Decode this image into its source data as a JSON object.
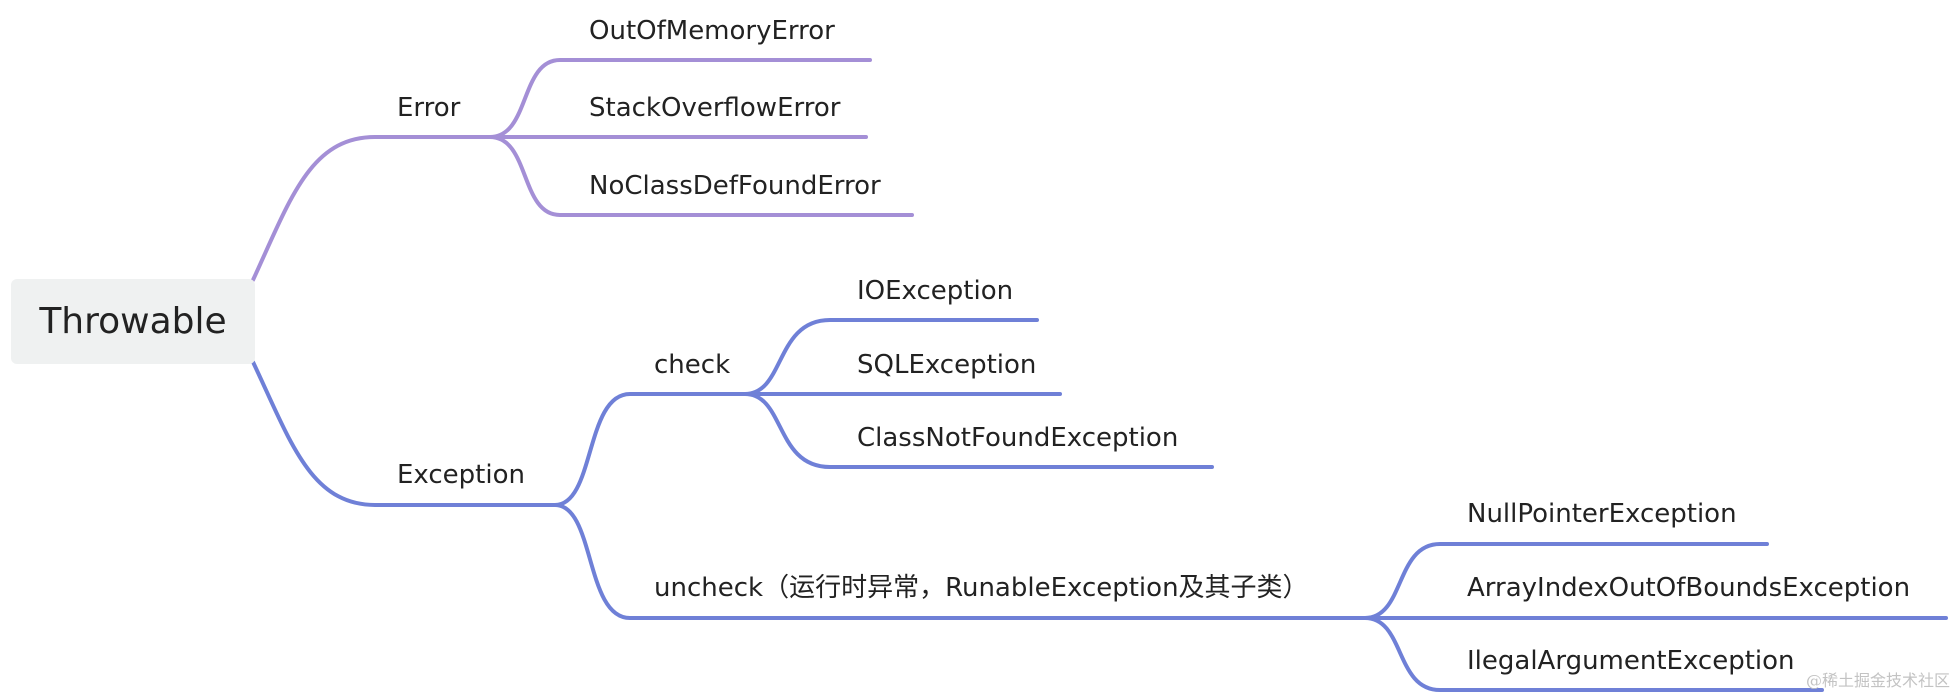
{
  "colors": {
    "error_branch": "#a48fd6",
    "exception_branch": "#6f80d7",
    "root_fill": "#eff1f1"
  },
  "mindmap": {
    "root": {
      "label": "Throwable"
    },
    "error": {
      "label": "Error",
      "children": [
        {
          "label": "OutOfMemoryError"
        },
        {
          "label": "StackOverflowError"
        },
        {
          "label": "NoClassDefFoundError"
        }
      ]
    },
    "exception": {
      "label": "Exception",
      "check": {
        "label": "check",
        "children": [
          {
            "label": "IOException"
          },
          {
            "label": "SQLException"
          },
          {
            "label": "ClassNotFoundException"
          }
        ]
      },
      "uncheck": {
        "label": "uncheck（运行时异常，RunableException及其子类）",
        "children": [
          {
            "label": "NullPointerException"
          },
          {
            "label": "ArrayIndexOutOfBoundsException"
          },
          {
            "label": "IlegalArgumentException"
          }
        ]
      }
    }
  },
  "watermark": "@稀土掘金技术社区"
}
